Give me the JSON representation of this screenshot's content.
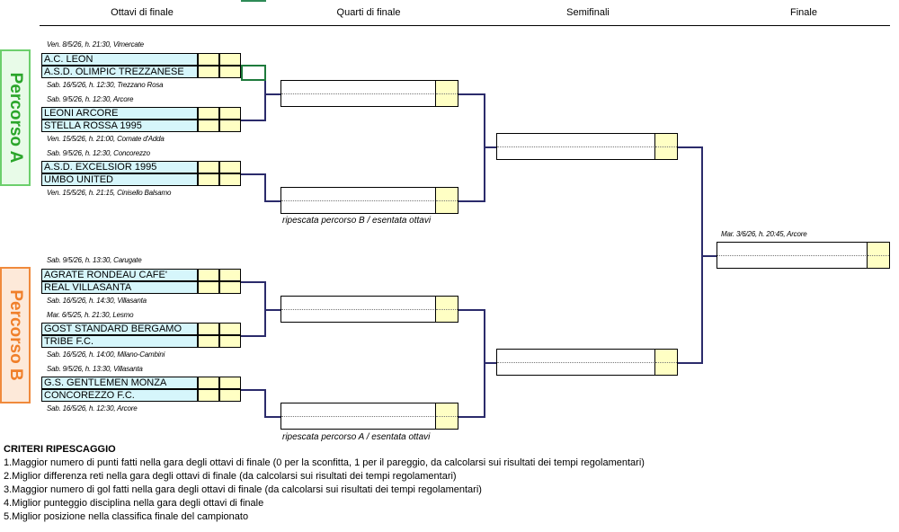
{
  "headers": {
    "round16": "Ottavi di finale",
    "quarters": "Quarti di finale",
    "semis": "Semifinali",
    "final": "Finale"
  },
  "paths": {
    "a": "Percorso A",
    "b": "Percorso B"
  },
  "matches": [
    {
      "home": "A.C. LEON",
      "away": "A.S.D. OLIMPIC TREZZANESE",
      "date_first": "Ven. 8/5/26, h. 21:30, Vimercate",
      "date_second": "Sab. 16/5/26, h. 12:30, Trezzano Rosa"
    },
    {
      "home": "LEONI ARCORE",
      "away": "STELLA ROSSA 1995",
      "date_first": "Sab. 9/5/26, h. 12:30, Arcore",
      "date_second": "Ven. 15/5/26, h. 21:00, Cornate d'Adda"
    },
    {
      "home": "A.S.D. EXCELSIOR 1995",
      "away": "UMBO UNITED",
      "date_first": "Sab. 9/5/26, h. 12:30, Concorezzo",
      "date_second": "Ven. 15/5/26, h. 21:15, Cinisello Balsamo"
    },
    {
      "home": "AGRATE RONDEAU CAFE'",
      "away": "REAL VILLASANTA",
      "date_first": "Sab. 9/5/26, h. 13:30, Carugate",
      "date_second": "Sab. 16/5/26, h. 14:30, Villasanta"
    },
    {
      "home": "GOST STANDARD BERGAMO",
      "away": "TRIBE F.C.",
      "date_first": "Mar. 6/5/25, h. 21:30, Lesmo",
      "date_second": "Sab. 16/5/26, h. 14:00, Milano-Cambini"
    },
    {
      "home": "G.S. GENTLEMEN MONZA",
      "away": "CONCOREZZO F.C.",
      "date_first": "Sab. 9/5/26, h. 13:30, Villasanta",
      "date_second": "Sab. 16/5/26, h. 12:30, Arcore"
    }
  ],
  "notes": {
    "a": "ripescata percorso B / esentata ottavi",
    "b": "ripescata percorso A / esentata ottavi"
  },
  "final_date": "Mar. 3/6/26, h. 20:45, Arcore",
  "criteria": {
    "title": "CRITERI RIPESCAGGIO",
    "items": [
      "1.Maggior numero di punti fatti nella gara degli ottavi di finale (0 per la sconfitta, 1 per il pareggio, da calcolarsi sui risultati dei tempi regolamentari)",
      "2.Miglior differenza reti nella gara degli ottavi di finale (da calcolarsi sui risultati dei tempi regolamentari)",
      "3.Maggior numero di gol fatti nella gara degli ottavi di finale (da calcolarsi sui risultati dei tempi regolamentari)",
      "4.Miglior punteggio disciplina nella gara degli ottavi di finale",
      "5.Miglior posizione nella classifica finale del campionato"
    ]
  },
  "colors": {
    "team_fill": "#d6f6fb",
    "score_fill": "#ffffc4",
    "path_a": "#2aa52a",
    "path_b": "#f07f2a",
    "bracket_line": "#2b2b6b"
  }
}
